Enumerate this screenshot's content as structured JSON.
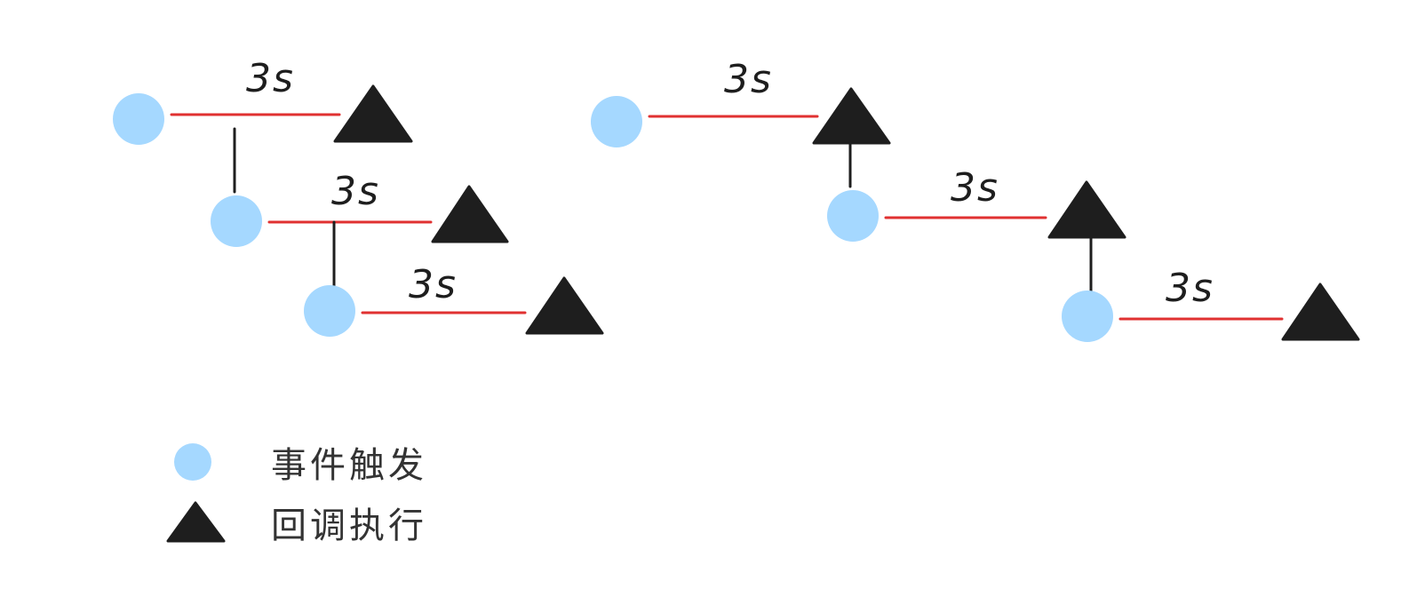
{
  "colors": {
    "event": "#a5d8ff",
    "callback": "#1e1e1e",
    "delay_line": "#e03131",
    "connector": "#1e1e1e"
  },
  "legend": {
    "event_label": "事件触发",
    "callback_label": "回调执行"
  },
  "diagrams": [
    {
      "steps": [
        {
          "delay": "3s"
        },
        {
          "delay": "3s"
        },
        {
          "delay": "3s"
        }
      ]
    },
    {
      "steps": [
        {
          "delay": "3s"
        },
        {
          "delay": "3s"
        },
        {
          "delay": "3s"
        }
      ]
    }
  ]
}
